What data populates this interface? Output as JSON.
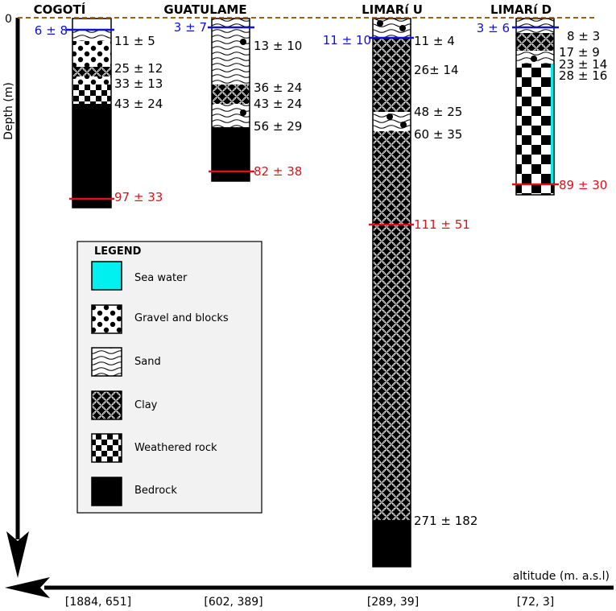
{
  "depth_axis": {
    "zero_label": "0",
    "label": "Depth (m)"
  },
  "altitude_axis": {
    "label": "altitude (m. a.s.l)"
  },
  "columns": [
    {
      "name": "COGOTÍ",
      "range": "[1884, 651]",
      "water_label": "6 ± 8",
      "bottom_label": "97 ± 33",
      "layer_labels": [
        "11 ± 5",
        "25 ± 12",
        "33 ± 13",
        "43 ± 24"
      ]
    },
    {
      "name": "GUATULAME",
      "range": "[602, 389]",
      "water_label": "3 ± 7",
      "bottom_label": "82 ± 38",
      "layer_labels": [
        "13 ± 10",
        "36 ± 24",
        "43 ± 24",
        "56 ± 29"
      ]
    },
    {
      "name": "LIMARí U",
      "range": "[289, 39]",
      "water_label": "11 ± 10",
      "bottom_label": "111 ± 51",
      "layer_labels": [
        "11 ± 4",
        "26± 14",
        "48 ± 25",
        "60 ± 35",
        "271 ± 182"
      ]
    },
    {
      "name": "LIMARí D",
      "range": "[72, 3]",
      "water_label": "3 ± 6",
      "bottom_label": "89 ± 30",
      "layer_labels": [
        "8 ± 3",
        "17 ± 9",
        "23 ± 14",
        "28 ± 16"
      ]
    }
  ],
  "legend": {
    "title": "LEGEND",
    "items": [
      {
        "label": "Sea water",
        "pattern": "sea-water"
      },
      {
        "label": "Gravel and blocks",
        "pattern": "gravel"
      },
      {
        "label": "Sand",
        "pattern": "sand"
      },
      {
        "label": "Clay",
        "pattern": "clay"
      },
      {
        "label": "Weathered rock",
        "pattern": "weathered"
      },
      {
        "label": "Bedrock",
        "pattern": "bedrock"
      }
    ]
  },
  "colors": {
    "sea_water": "#00f0f0",
    "water_table_line": "#1010d8",
    "bottom_line": "#e0101a",
    "surface_line": "#a0601a",
    "legend_background": "#f2f2f2"
  }
}
